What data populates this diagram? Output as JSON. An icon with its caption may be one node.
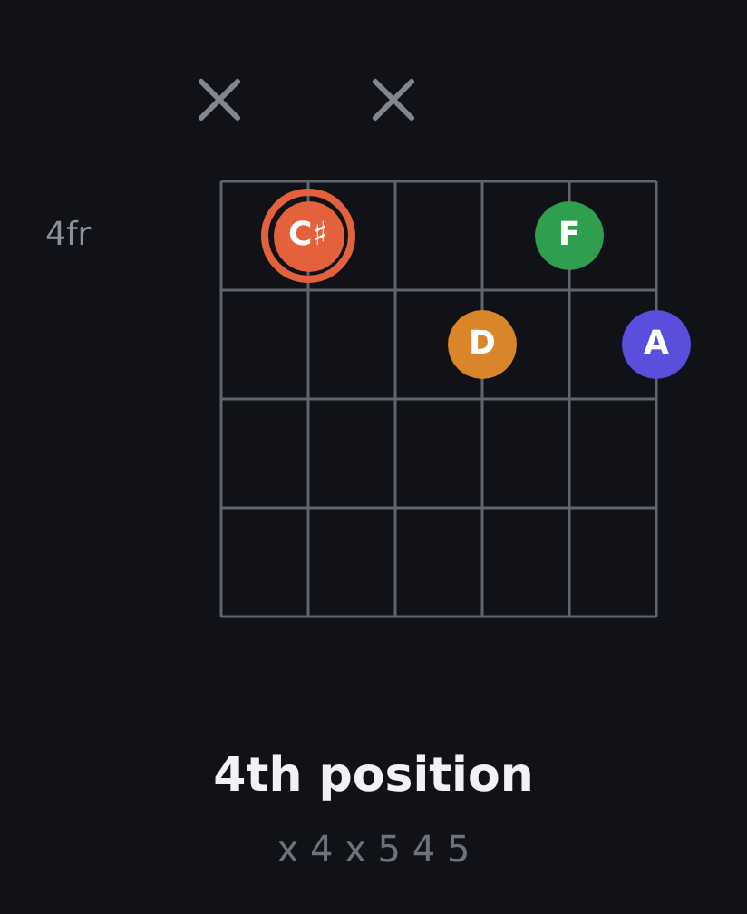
{
  "diagram": {
    "title": "4th position",
    "caption": "x 4 x 5 4 5",
    "nodes": [
      {
        "text": [
          "C♯"
        ]
      },
      {
        "text": [
          "F"
        ]
      },
      {
        "text": [
          "D"
        ]
      },
      {
        "text": [
          "A"
        ]
      }
    ],
    "labels": [
      "4fr"
    ]
  }
}
